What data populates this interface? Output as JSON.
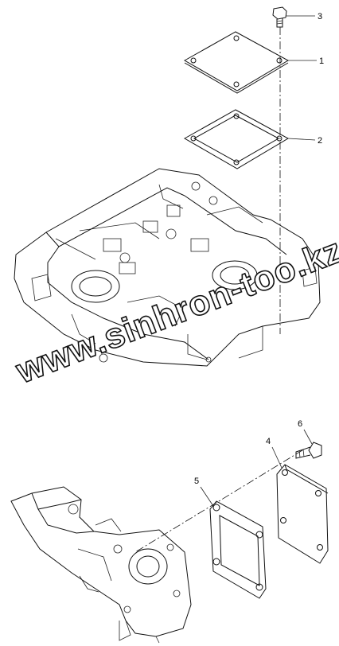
{
  "watermark": {
    "text": "www.sinhron-too.kz"
  },
  "callouts": {
    "c1": "1",
    "c2": "2",
    "c3": "3",
    "c4": "4",
    "c5": "5",
    "c6": "6"
  },
  "colors": {
    "ink": "#111111",
    "background": "#ffffff"
  }
}
